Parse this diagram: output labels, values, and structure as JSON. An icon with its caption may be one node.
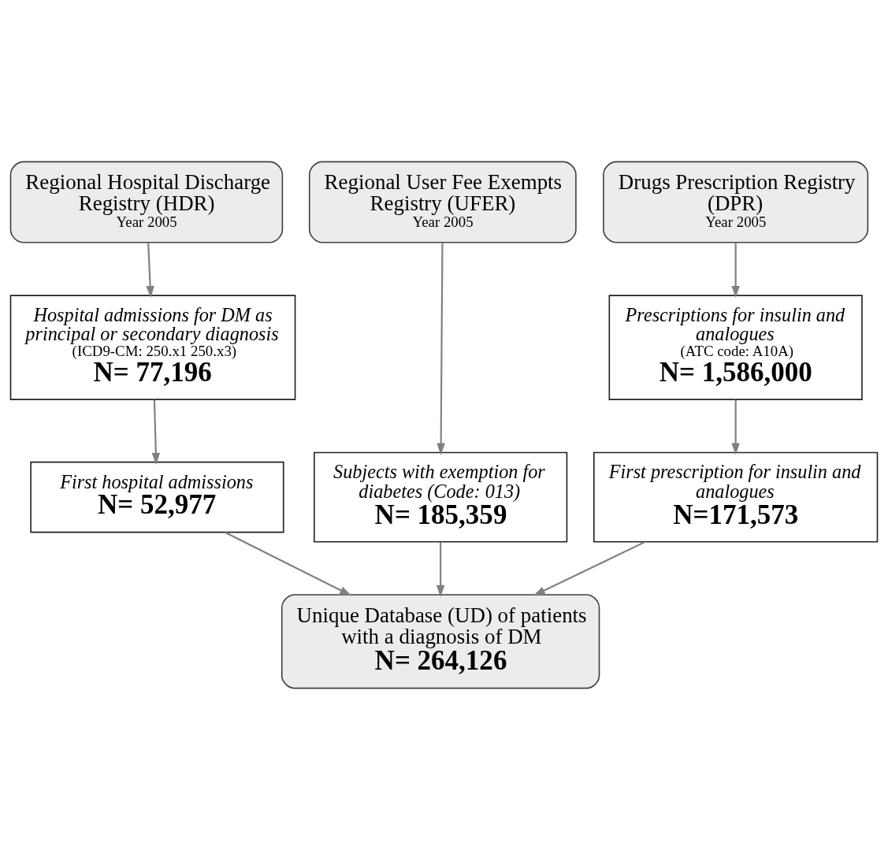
{
  "diagram": {
    "nodes": [
      {
        "text": [
          "Regional Hospital Discharge Registry (HDR)",
          "Year 2005"
        ]
      },
      {
        "text": [
          "Regional User Fee Exempts Registry (UFER)",
          "Year 2005"
        ]
      },
      {
        "text": [
          "Drugs Prescription Registry (DPR)",
          "Year 2005"
        ]
      },
      {
        "text": [
          "Hospital admissions for DM as principal or secondary diagnosis",
          "(ICD9-CM: 250.x1 250.x3)",
          "N= 77,196"
        ]
      },
      {
        "text": [
          "Prescriptions for insulin and analogues",
          "(ATC code: A10A)",
          "N= 1,586,000"
        ]
      },
      {
        "text": [
          "First hospital admissions",
          "N= 52,977"
        ]
      },
      {
        "text": [
          "Subjects with exemption for diabetes (Code: 013)",
          "N= 185,359"
        ]
      },
      {
        "text": [
          "First prescription for insulin and analogues",
          "N=171,573"
        ]
      },
      {
        "text": [
          "Unique Database (UD) of patients with a diagnosis of DM",
          "N= 264,126"
        ]
      }
    ],
    "edges": [
      {
        "from": 0,
        "to": 3,
        "arrow": "to"
      },
      {
        "from": 3,
        "to": 5,
        "arrow": "to"
      },
      {
        "from": 1,
        "to": 6,
        "arrow": "to"
      },
      {
        "from": 2,
        "to": 4,
        "arrow": "to"
      },
      {
        "from": 4,
        "to": 7,
        "arrow": "to"
      },
      {
        "from": 5,
        "to": 8,
        "arrow": "to"
      },
      {
        "from": 6,
        "to": 8,
        "arrow": "to"
      },
      {
        "from": 7,
        "to": 8,
        "arrow": "to"
      }
    ]
  }
}
